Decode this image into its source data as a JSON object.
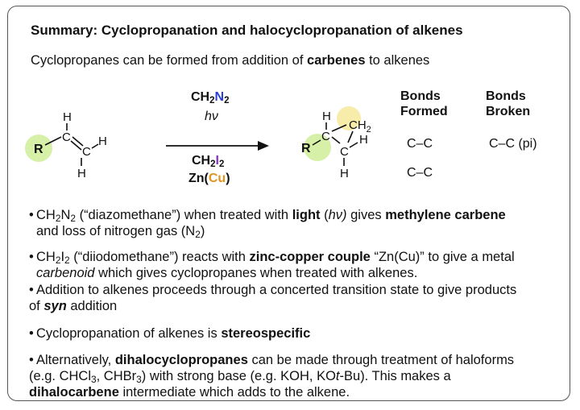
{
  "title": "Summary: Cyclopropanation and halocyclopropanation of alkenes",
  "intro": {
    "pre": "Cyclopropanes can be formed from addition of ",
    "bold": "carbenes",
    "post": " to alkenes"
  },
  "colors": {
    "highlight_green": "#d6f0a8",
    "highlight_yellow": "#f7ecaa",
    "nitrogen_blue": "#2a3fd6",
    "iodine_purple": "#8b2fc9",
    "copper_orange": "#e09420"
  },
  "reactant": {
    "r": "R",
    "c1": "C",
    "c2": "C",
    "h_top": "H",
    "h_right": "H",
    "h_bottom": "H"
  },
  "reagents1": {
    "ch2": "CH",
    "sub2a": "2",
    "n": "N",
    "sub2b": "2",
    "hv": "hν"
  },
  "reagents2": {
    "ch2": "CH",
    "sub2a": "2",
    "i": "I",
    "sub2b": "2",
    "zn": "Zn(",
    "cu": "Cu",
    "close": ")"
  },
  "product": {
    "r": "R",
    "c1": "C",
    "c2": "C",
    "ch2": "CH",
    "sub2": "2",
    "h_top": "H",
    "h_right": "H",
    "h_bottom": "H"
  },
  "bonds": {
    "formed_header_1": "Bonds",
    "formed_header_2": "Formed",
    "broken_header_1": "Bonds",
    "broken_header_2": "Broken",
    "formed_1": "C–C",
    "formed_2": "C–C",
    "broken_1": "C–C (pi)"
  },
  "bullets": {
    "b1": {
      "ch": "CH",
      "s1": "2",
      "n": "N",
      "s2": "2",
      "t1": " (“diazomethane”) when treated with ",
      "light": "light",
      "t2": " (",
      "hv": "hν)",
      "t3": " gives ",
      "methylene": "methylene carbene",
      "line2a": "and loss of nitrogen gas (N",
      "line2s": "2",
      "line2b": ")"
    },
    "b2": {
      "ch": "CH",
      "s1": "2",
      "i": "I",
      "s2": "2",
      "t1": " (“diiodomethane”) reacts with ",
      "zc": "zinc-copper couple",
      "t2": " “Zn(Cu)” to give a metal",
      "carbenoid": "carbenoid",
      "t3": "  which gives cyclopropanes when treated with alkenes."
    },
    "b3": {
      "t1": "Addition to alkenes proceeds through a concerted transition state to give products",
      "t2": "of ",
      "syn": "syn",
      "t3": " addition"
    },
    "b4": {
      "t1": "Cyclopropanation of alkenes is ",
      "stereo": "stereospecific"
    },
    "b5": {
      "t1": "Alternatively, ",
      "dhcp": "dihalocyclopropanes",
      "t2": " can be made through treatment of haloforms",
      "l2a": "(e.g. CHCl",
      "l2s1": "3",
      "l2b": ", CHBr",
      "l2s2": "3",
      "l2c": ") with strong base (e.g. KOH, KO",
      "l2t": "t",
      "l2d": "-Bu). This makes a",
      "dhc": "dihalocarbene",
      "l3": " intermediate which adds to the alkene."
    }
  }
}
